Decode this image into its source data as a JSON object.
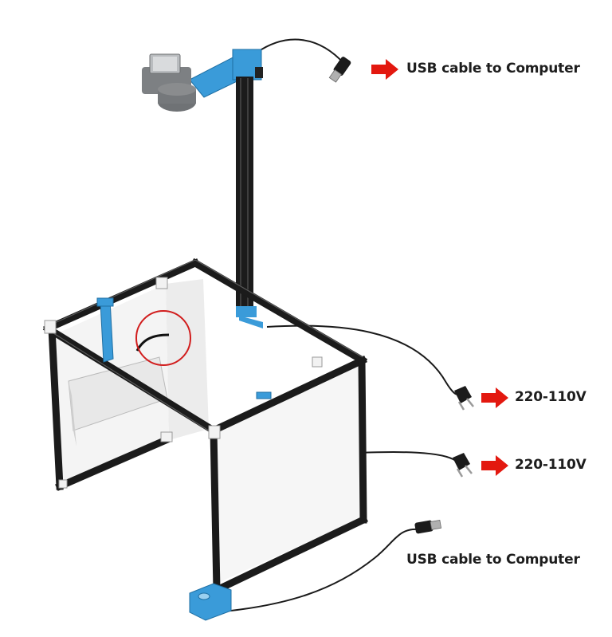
{
  "labels": {
    "usb_top": "USB cable to Computer",
    "power_1": "220-110V",
    "power_2": "220-110V",
    "usb_bottom": "USB cable to Computer"
  },
  "colors": {
    "accent_blue": "#3a9bd9",
    "frame_black": "#1b1b1b",
    "panel_white": "#f3f3f3",
    "arrow_red": "#e3180f",
    "highlight_circle": "#d11d1d",
    "camera_gray": "#8a8c8e"
  },
  "icons": [
    "camera-icon",
    "usb-plug-icon",
    "power-plug-icon",
    "arrow-right-icon"
  ]
}
